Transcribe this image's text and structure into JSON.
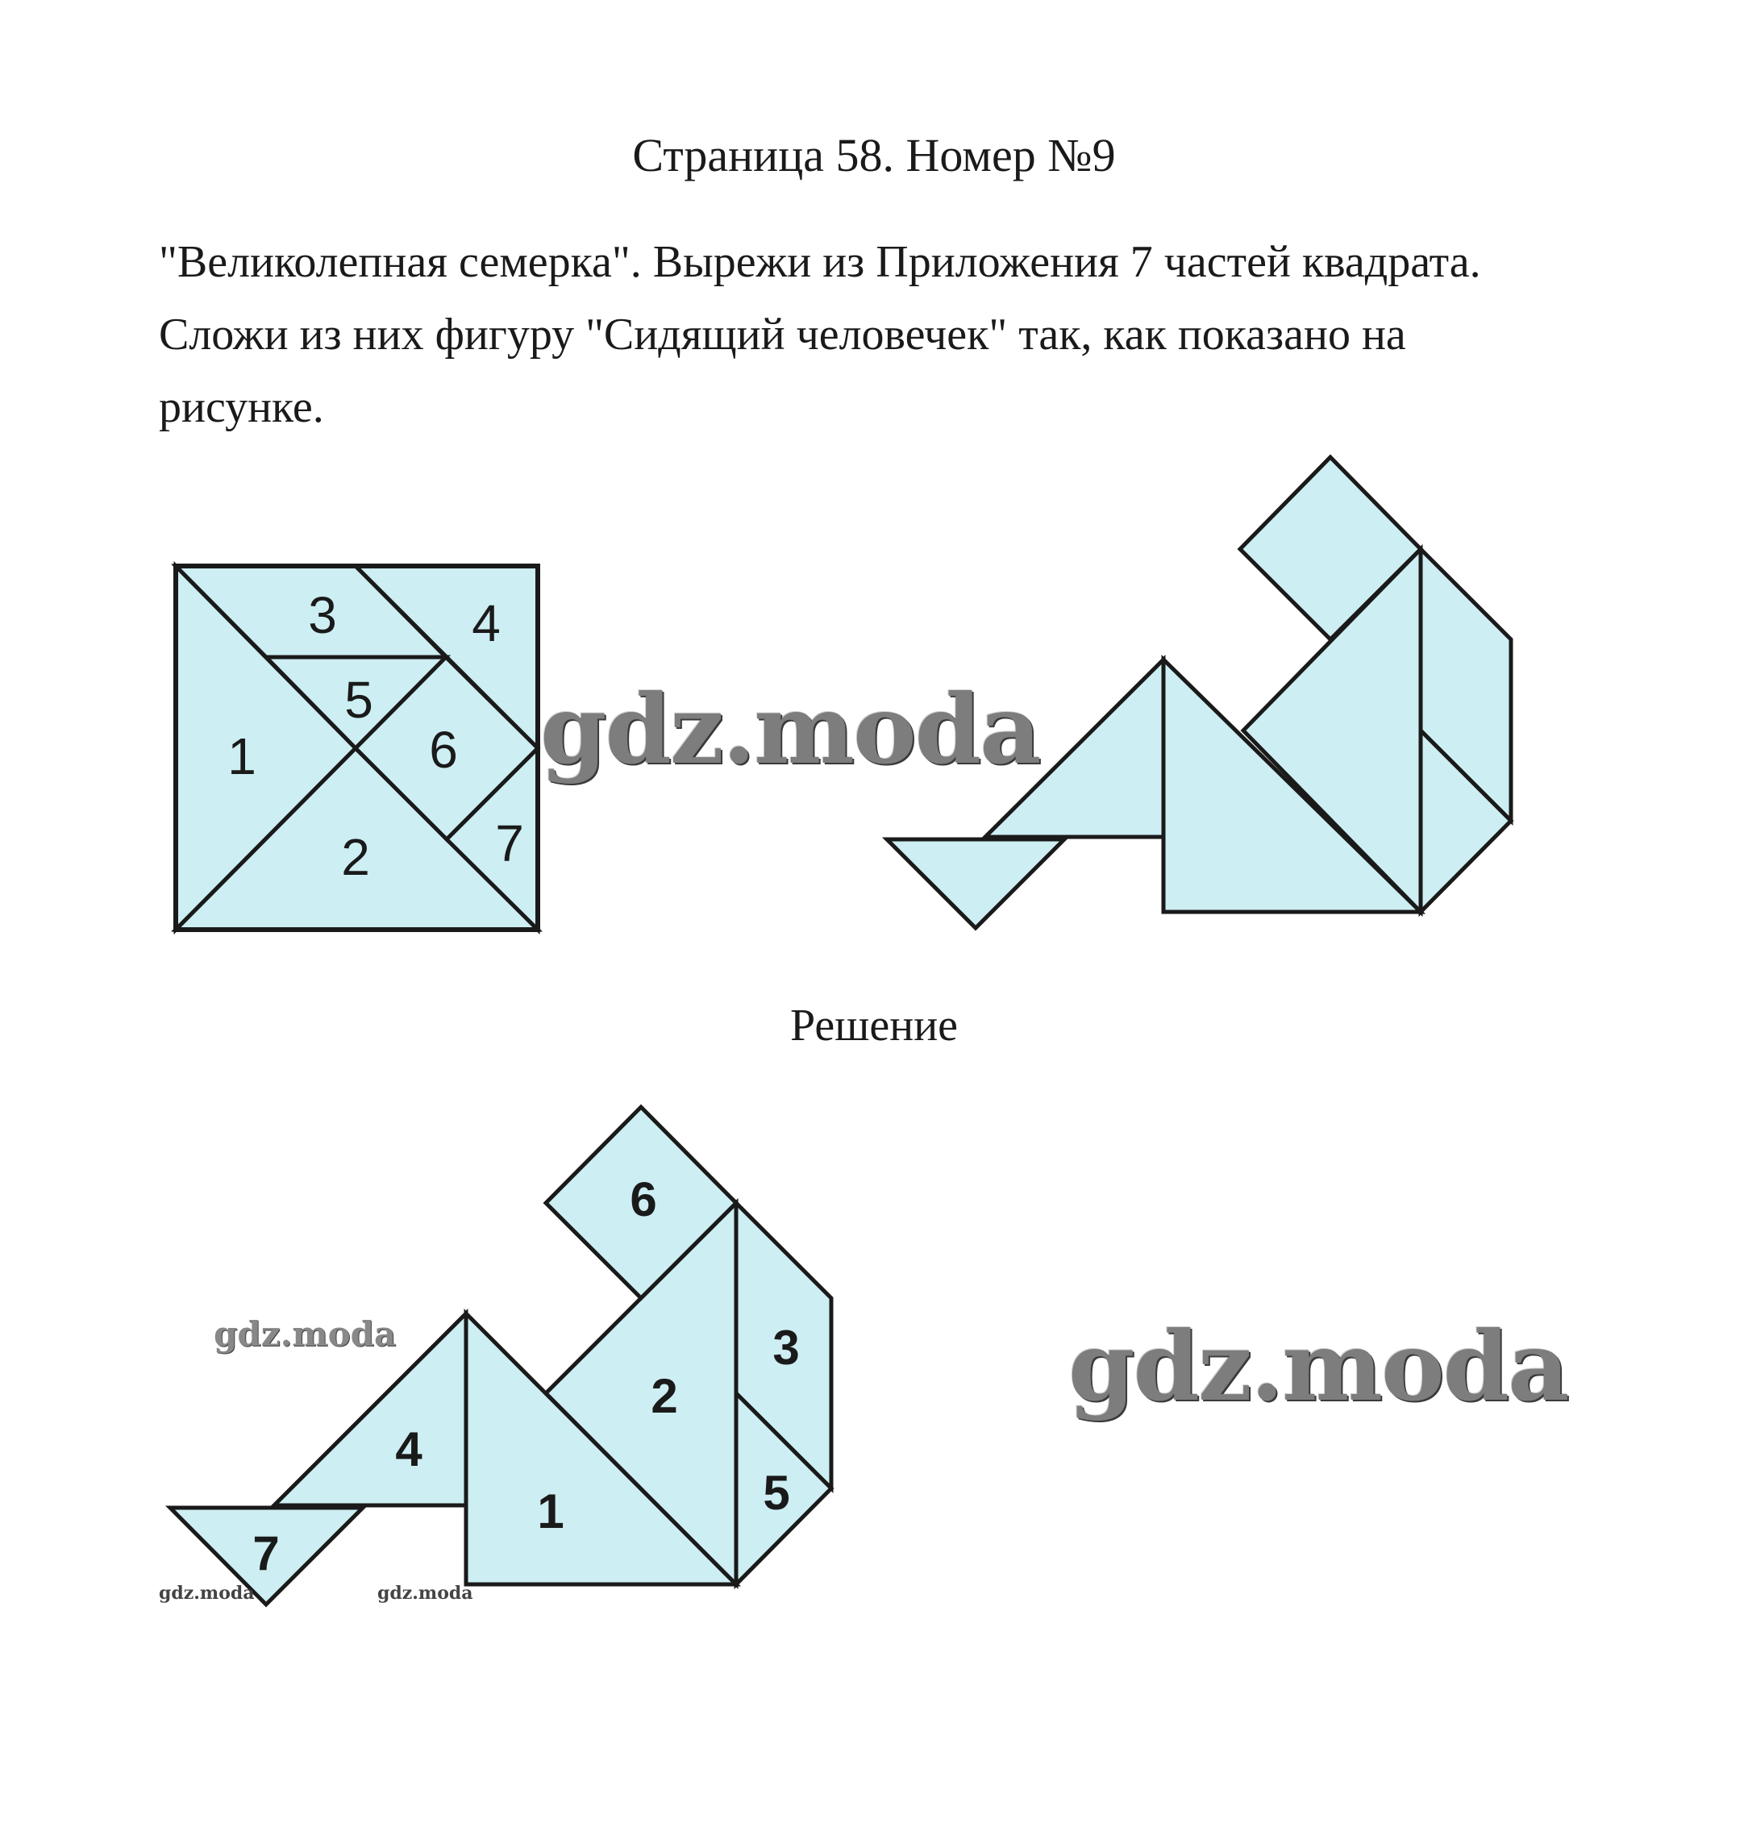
{
  "header": {
    "title": "Страница 58. Номер №9"
  },
  "task": {
    "lines": [
      "\"Великолепная семерка\". Вырежи из Приложения 7 частей квадрата.",
      "Сложи из них фигуру \"Сидящий человечек\" так, как показано на",
      "рисунке."
    ]
  },
  "square_figure": {
    "labels": [
      "1",
      "2",
      "3",
      "4",
      "5",
      "6",
      "7"
    ]
  },
  "solution": {
    "title": "Решение",
    "labels": [
      "1",
      "2",
      "3",
      "4",
      "5",
      "6",
      "7"
    ]
  },
  "watermarks": {
    "text": "gdz.moda"
  },
  "colors": {
    "piece_fill": "#cdeef2",
    "outline": "#1a1a1a",
    "text": "#1a1a1a"
  }
}
